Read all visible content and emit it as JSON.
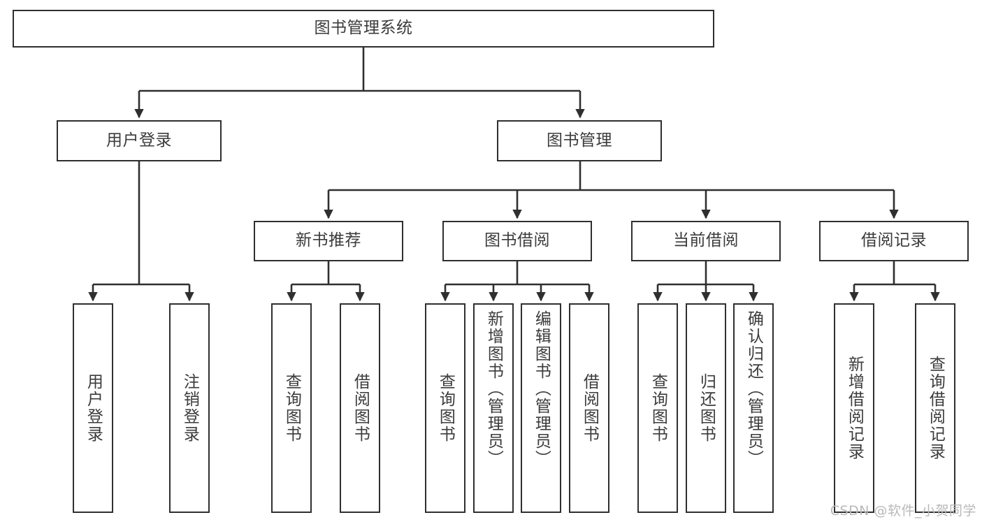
{
  "diagram": {
    "type": "hierarchy-tree",
    "title": "图书管理系统",
    "watermark": "CSDN @软件_小贺同学",
    "colors": {
      "stroke": "#2f2f2f",
      "text": "#3b3b3b",
      "background": "#ffffff",
      "watermark": "#b9b9b9"
    },
    "levels": [
      {
        "level": 1,
        "nodes": [
          {
            "id": "root",
            "label": "图书管理系统",
            "orientation": "horizontal"
          }
        ]
      },
      {
        "level": 2,
        "nodes": [
          {
            "id": "user-login",
            "label": "用户登录",
            "orientation": "horizontal",
            "parent": "root"
          },
          {
            "id": "book-manage",
            "label": "图书管理",
            "orientation": "horizontal",
            "parent": "root"
          }
        ]
      },
      {
        "level": 3,
        "nodes": [
          {
            "id": "new-book-rec",
            "label": "新书推荐",
            "orientation": "horizontal",
            "parent": "book-manage"
          },
          {
            "id": "book-borrow",
            "label": "图书借阅",
            "orientation": "horizontal",
            "parent": "book-manage"
          },
          {
            "id": "current-borrow",
            "label": "当前借阅",
            "orientation": "horizontal",
            "parent": "book-manage"
          },
          {
            "id": "borrow-record",
            "label": "借阅记录",
            "orientation": "horizontal",
            "parent": "book-manage"
          }
        ]
      },
      {
        "level": 4,
        "nodes": [
          {
            "id": "leaf-user-login",
            "label": "用户登录",
            "orientation": "vertical",
            "parent": "user-login"
          },
          {
            "id": "leaf-logout",
            "label": "注销登录",
            "orientation": "vertical",
            "parent": "user-login"
          },
          {
            "id": "leaf-query-book-1",
            "label": "查询图书",
            "orientation": "vertical",
            "parent": "new-book-rec"
          },
          {
            "id": "leaf-borrow-book-1",
            "label": "借阅图书",
            "orientation": "vertical",
            "parent": "new-book-rec"
          },
          {
            "id": "leaf-query-book-2",
            "label": "查询图书",
            "orientation": "vertical",
            "parent": "book-borrow"
          },
          {
            "id": "leaf-add-book",
            "label": "新增图书（管理员）",
            "orientation": "vertical",
            "parent": "book-borrow"
          },
          {
            "id": "leaf-edit-book",
            "label": "编辑图书（管理员）",
            "orientation": "vertical",
            "parent": "book-borrow"
          },
          {
            "id": "leaf-borrow-book-2",
            "label": "借阅图书",
            "orientation": "vertical",
            "parent": "book-borrow"
          },
          {
            "id": "leaf-query-book-3",
            "label": "查询图书",
            "orientation": "vertical",
            "parent": "current-borrow"
          },
          {
            "id": "leaf-return-book",
            "label": "归还图书",
            "orientation": "vertical",
            "parent": "current-borrow"
          },
          {
            "id": "leaf-confirm-return",
            "label": "确认归还（管理员）",
            "orientation": "vertical",
            "parent": "current-borrow"
          },
          {
            "id": "leaf-add-record",
            "label": "新增借阅记录",
            "orientation": "vertical",
            "parent": "borrow-record"
          },
          {
            "id": "leaf-query-record",
            "label": "查询借阅记录",
            "orientation": "vertical",
            "parent": "borrow-record"
          }
        ]
      }
    ]
  }
}
